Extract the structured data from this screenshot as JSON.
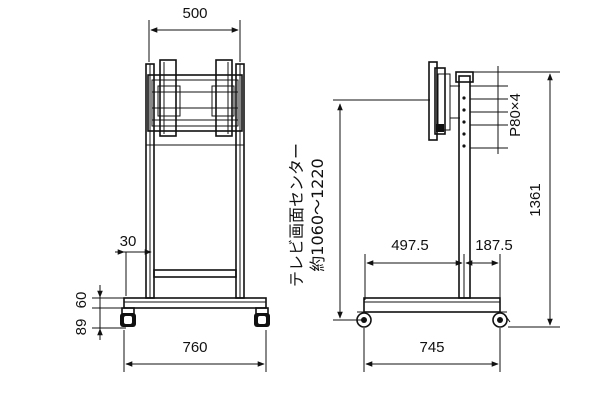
{
  "dimensions": {
    "top_width": "500",
    "column_offset": "30",
    "height_60": "60",
    "height_89": "89",
    "base_width_front": "760",
    "tv_center_label": "テレビ画面センター",
    "tv_center_range": "約1060～1220",
    "pitch_label": "P80×4",
    "front_depth": "497.5",
    "rear_depth": "187.5",
    "total_height": "1361",
    "base_depth_side": "745"
  }
}
